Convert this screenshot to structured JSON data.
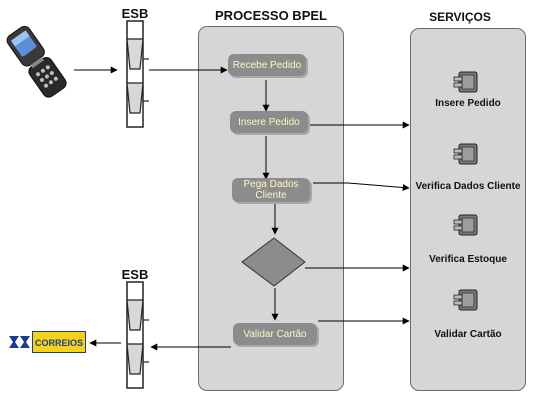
{
  "headers": {
    "esb_top": "ESB",
    "processo": "PROCESSO BPEL",
    "servicos": "SERVIÇOS",
    "esb_bottom": "ESB"
  },
  "steps": [
    {
      "label": "Recebe Pedido"
    },
    {
      "label": "Insere Pedido"
    },
    {
      "label": "Pega Dados\nCliente"
    },
    {
      "label": "Validar Cartão"
    }
  ],
  "services": [
    {
      "label": "Insere Pedido",
      "icon": "service-component-icon"
    },
    {
      "label": "Verifica Dados Cliente",
      "icon": "service-component-icon"
    },
    {
      "label": "Verifica Estoque",
      "icon": "service-component-icon"
    },
    {
      "label": "Validar Cartão",
      "icon": "service-component-icon"
    }
  ],
  "logo": {
    "text": "CORREIOS"
  },
  "colors": {
    "panel": "#d6d6d6",
    "step": "#8c8c8c",
    "step_text": "#fff7c0",
    "decision": "#8c8c8c"
  }
}
